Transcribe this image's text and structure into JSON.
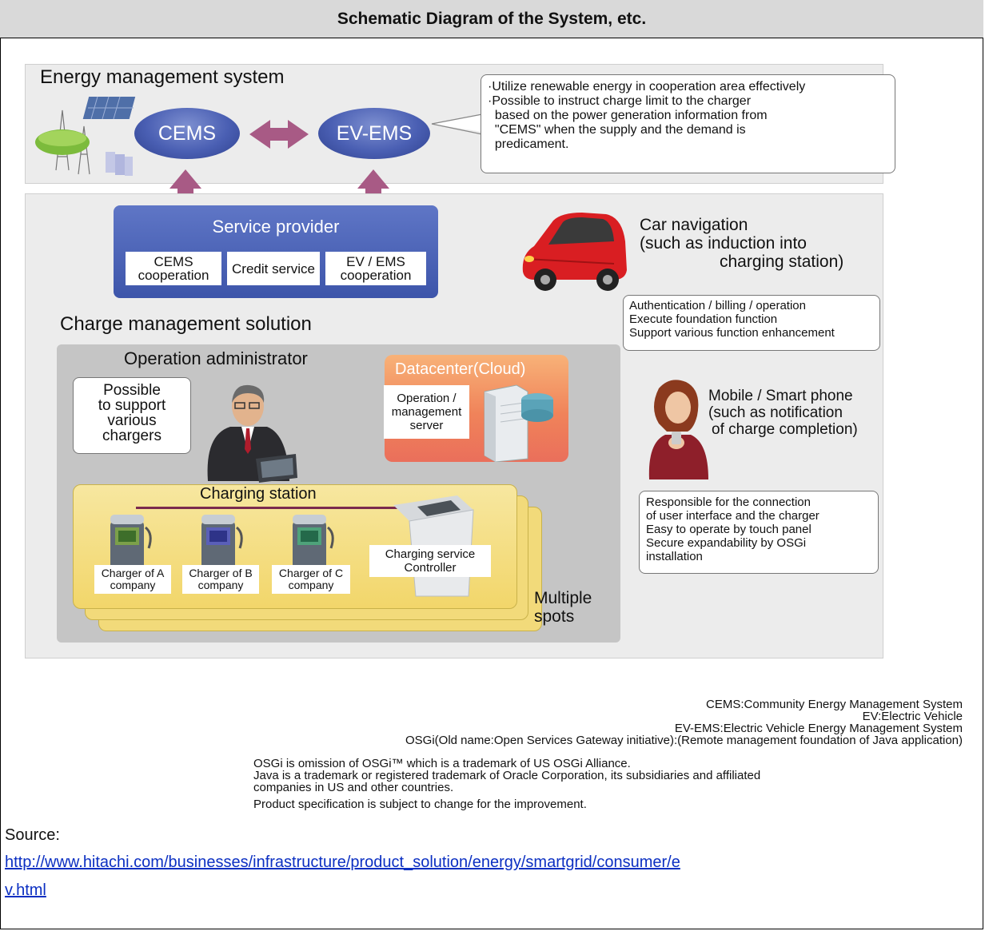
{
  "header": {
    "title": "Schematic Diagram of the System, etc."
  },
  "ems": {
    "title": "Energy management system",
    "cems": "CEMS",
    "evems": "EV-EMS",
    "callout": [
      "·Utilize renewable energy in cooperation area effectively",
      "·Possible to instruct charge limit to the charger",
      "  based on the power generation information from",
      "  \"CEMS\" when the supply and the demand is",
      "  predicament."
    ]
  },
  "service_provider": {
    "title": "Service provider",
    "boxes": [
      "CEMS cooperation",
      "Credit service",
      "EV / EMS cooperation"
    ]
  },
  "car_nav": {
    "lines": [
      "Car navigation",
      "(such as induction into",
      "charging station)"
    ]
  },
  "cms": {
    "title": "Charge management solution"
  },
  "auth_callout": [
    "Authentication / billing / operation",
    "Execute foundation function",
    "Support various function enhancement"
  ],
  "op_admin": {
    "title": "Operation administrator"
  },
  "datacenter": {
    "title": "Datacenter(Cloud)",
    "server": "Operation / management server"
  },
  "mobile": {
    "lines": [
      "Mobile / Smart phone",
      "(such as notification",
      "of charge completion)"
    ]
  },
  "chargers_callout": [
    "Possible",
    "to support",
    "various",
    "chargers"
  ],
  "charging_station": {
    "title": "Charging station",
    "chargers": [
      "Charger of A company",
      "Charger of B company",
      "Charger of C company"
    ],
    "controller": "Charging service Controller"
  },
  "controller_callout": [
    "Responsible for the connection",
    "of user interface and the charger",
    "Easy to operate by touch panel",
    "Secure expandability by OSGi",
    "installation"
  ],
  "multiple": "Multiple spots",
  "definitions": [
    "CEMS:Community Energy Management System",
    "EV:Electric Vehicle",
    "EV-EMS:Electric Vehicle Energy Management System",
    "OSGi(Old name:Open Services Gateway initiative):(Remote management foundation of Java application)"
  ],
  "notes": [
    "OSGi is omission of OSGi™ which is a trademark of US OSGi Alliance.",
    "Java is a trademark or registered trademark of Oracle Corporation, its subsidiaries and affiliated",
    "companies in US and other countries.",
    "Product specification is subject to change for the improvement."
  ],
  "source_label": "Source:",
  "source_url_line1": "http://www.hitachi.com/businesses/infrastructure/product_solution/energy/smartgrid/consumer/e",
  "source_url_line2": "v.html"
}
